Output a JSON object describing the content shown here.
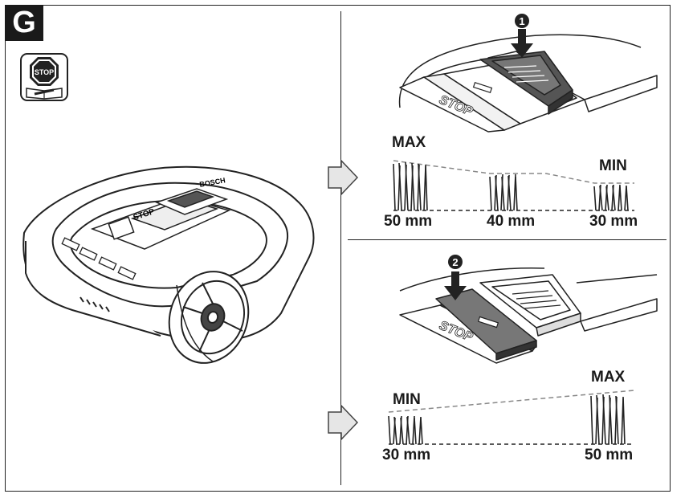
{
  "section": {
    "letter": "G"
  },
  "icons": {
    "stop_manual": "stop-sign-manual-icon",
    "arrow": "chevron-arrow-icon"
  },
  "top_panel": {
    "step": "1",
    "stop_label": "STOP",
    "max_label": "MAX",
    "min_label": "MIN",
    "heights": [
      "50 mm",
      "40 mm",
      "30 mm"
    ]
  },
  "bottom_panel": {
    "step": "2",
    "stop_label": "STOP",
    "min_label": "MIN",
    "max_label": "MAX",
    "heights": [
      "30 mm",
      "50 mm"
    ]
  },
  "mower": {
    "brand": "BOSCH",
    "stop_label": "STOP"
  }
}
